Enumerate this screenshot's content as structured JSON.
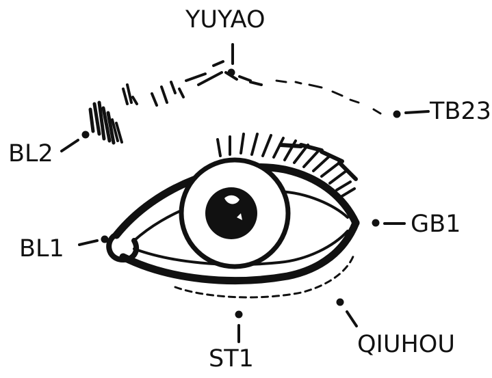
{
  "diagram": {
    "points": {
      "yuyao": "YUYAO",
      "tb23": "TB23",
      "bl2": "BL2",
      "gb1": "GB1",
      "bl1": "BL1",
      "st1": "ST1",
      "qiuhou": "QIUHOU"
    }
  }
}
